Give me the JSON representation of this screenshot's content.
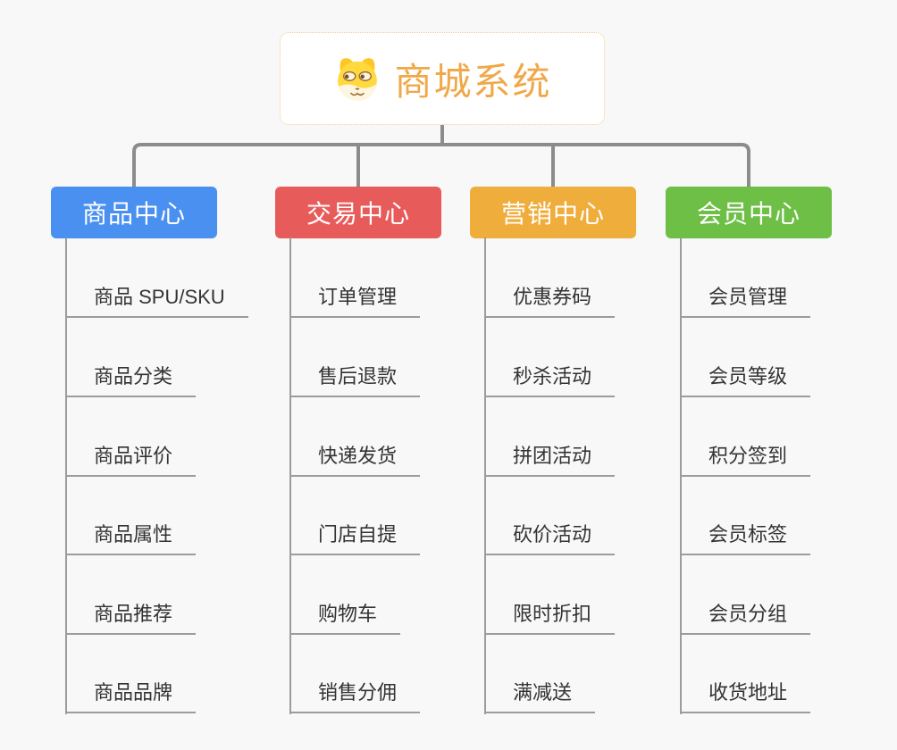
{
  "root": {
    "title": "商城系统",
    "icon": "dog-face-icon"
  },
  "branches": [
    {
      "label": "商品中心",
      "color": "#4a90f0",
      "items": [
        "商品 SPU/SKU",
        "商品分类",
        "商品评价",
        "商品属性",
        "商品推荐",
        "商品品牌"
      ]
    },
    {
      "label": "交易中心",
      "color": "#e85b5b",
      "items": [
        "订单管理",
        "售后退款",
        "快递发货",
        "门店自提",
        "购物车",
        "销售分佣"
      ]
    },
    {
      "label": "营销中心",
      "color": "#efad3c",
      "items": [
        "优惠券码",
        "秒杀活动",
        "拼团活动",
        "砍价活动",
        "限时折扣",
        "满减送"
      ]
    },
    {
      "label": "会员中心",
      "color": "#6dbf45",
      "items": [
        "会员管理",
        "会员等级",
        "积分签到",
        "会员标签",
        "会员分组",
        "收货地址"
      ]
    }
  ],
  "colors": {
    "background": "#f8f8f8",
    "connector": "#8c8c8c",
    "leaf_line": "#9c9c9c",
    "leaf_text": "#333333",
    "root_text": "#f0a848",
    "root_border": "#f2c98c"
  }
}
